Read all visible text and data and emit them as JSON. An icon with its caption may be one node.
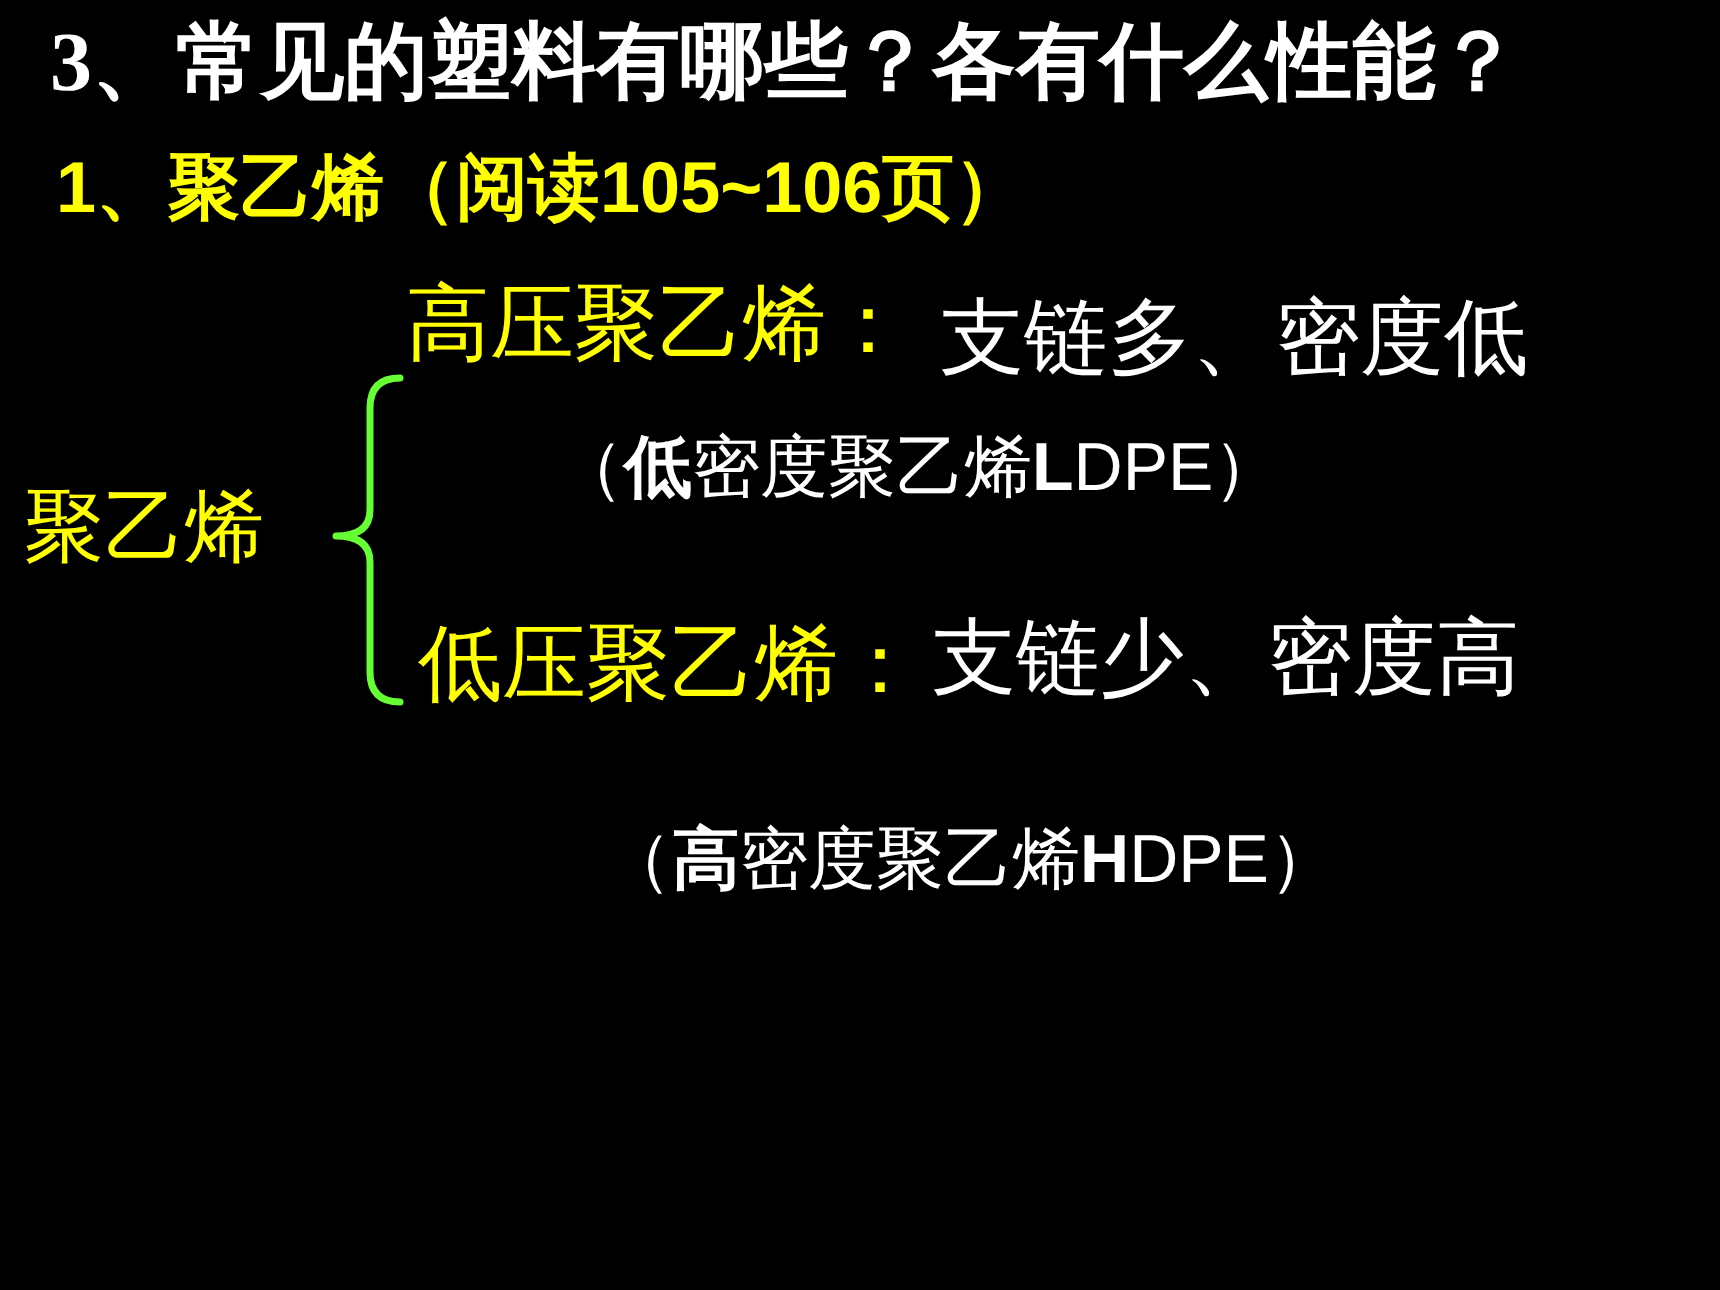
{
  "diagram": {
    "title": "3、常见的塑料有哪些？各有什么性能？",
    "labels": [
      "1、聚乙烯（阅读105~106页）",
      "聚乙烯",
      "高压聚乙烯：",
      "支链多、密度低",
      "（**低**密度聚乙烯**L**DPE）",
      "低压聚乙烯：",
      "支链少、密度高",
      "（**高**密度聚乙烯**H**DPE）"
    ]
  }
}
